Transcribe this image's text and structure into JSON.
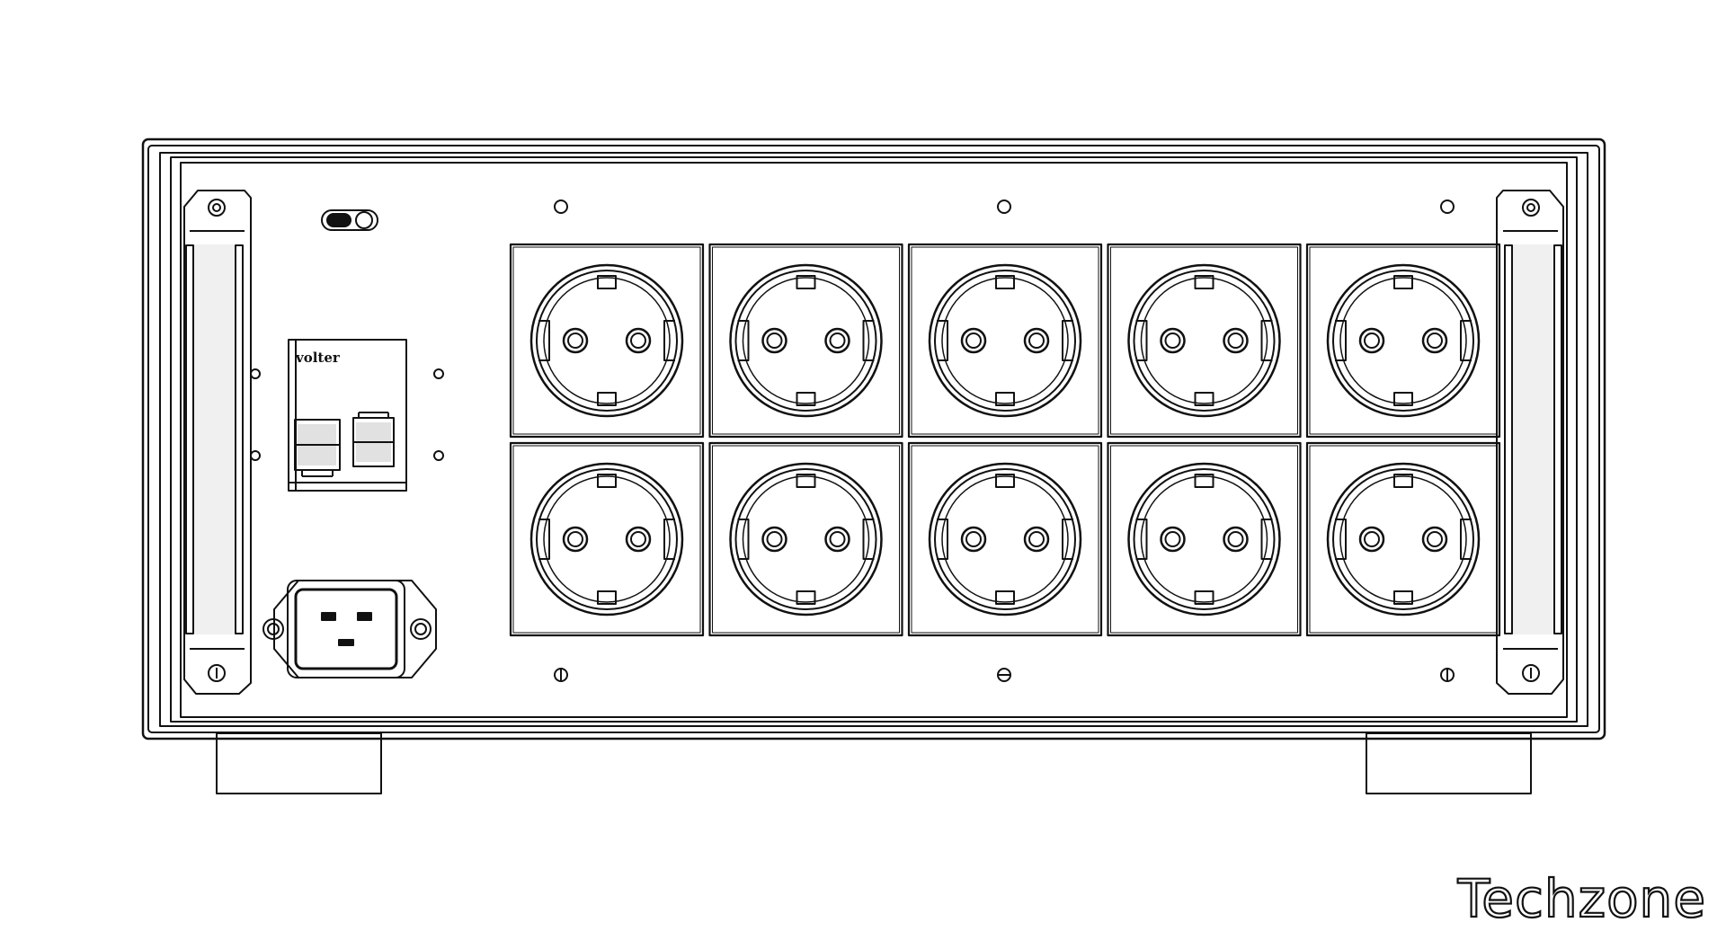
{
  "breaker": {
    "brand_label": "volter"
  },
  "outlets": {
    "rows": 2,
    "columns": 5
  },
  "watermark": "Techzone",
  "colors": {
    "line": "#111111",
    "background": "#ffffff"
  }
}
